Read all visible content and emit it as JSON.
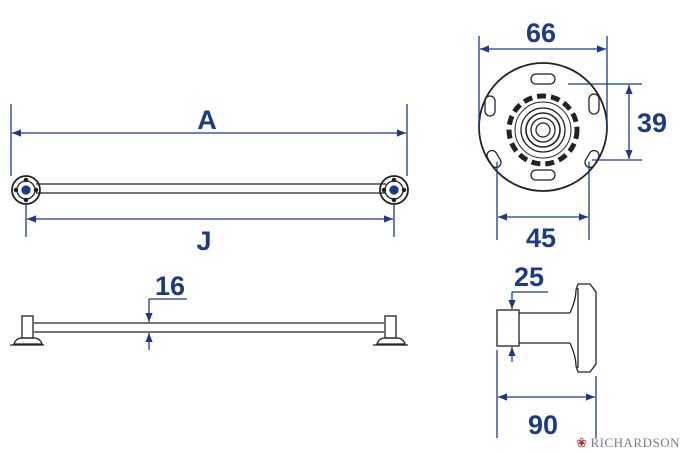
{
  "dimensions": {
    "a": "A",
    "j": "J",
    "d16": "16",
    "d66": "66",
    "d39": "39",
    "d45": "45",
    "d25": "25",
    "d90": "90"
  },
  "brand": {
    "name": "RICHARDSON",
    "icon": "rose-logo-icon"
  },
  "colors": {
    "dimension": "#1b3c85",
    "outline": "#222222",
    "brand": "#7d7d7d"
  }
}
